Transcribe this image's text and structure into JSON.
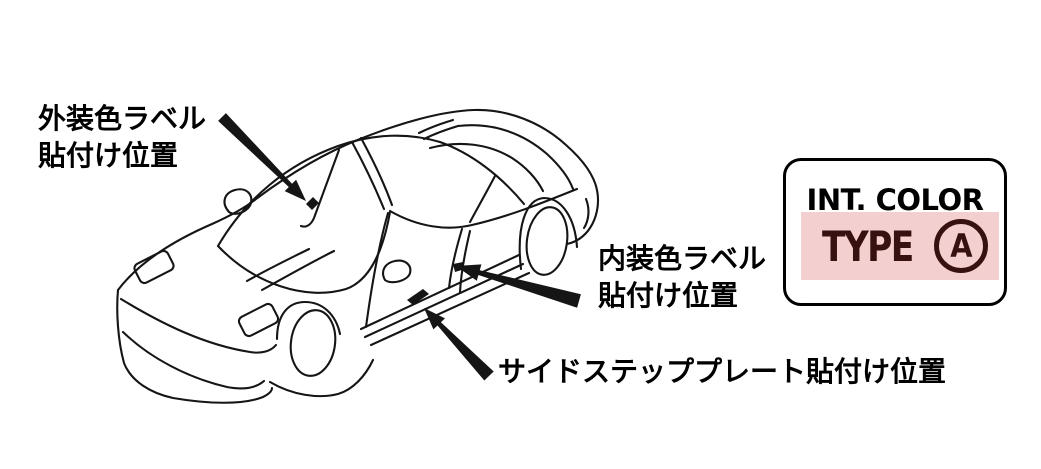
{
  "diagram": {
    "description": "Line drawing of a sports car (front three-quarter view) showing label attachment positions",
    "callouts": {
      "exterior": {
        "line1": "外装色ラベル",
        "line2": "貼付け位置",
        "target": "windshield left base / hood"
      },
      "interior": {
        "line1": "内装色ラベル",
        "line2": "貼付け位置",
        "target": "door rear jamb"
      },
      "side_step": {
        "line1": "サイドステッププレート貼付け位置",
        "target": "door sill"
      }
    }
  },
  "label_plate": {
    "title": "INT. COLOR",
    "type_label": "TYPE",
    "type_code": "A",
    "highlight_color": "#f4cfcf",
    "type_text_color": "#371010",
    "border_color": "#000000",
    "background": "#ffffff"
  },
  "colors": {
    "page_background": "#ffffff",
    "line_art": "#151515",
    "callout_text": "#000000"
  }
}
